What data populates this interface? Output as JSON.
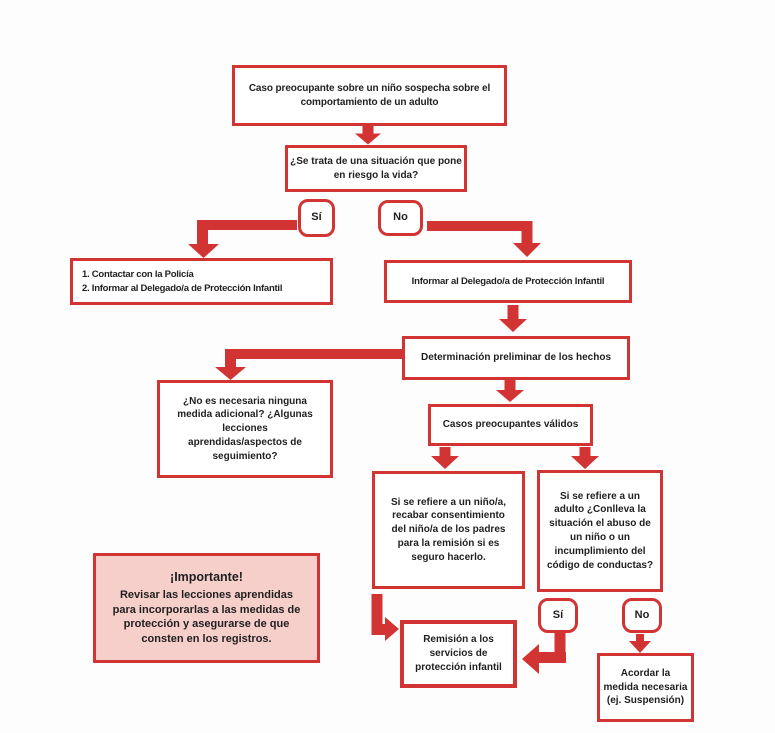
{
  "colors": {
    "line_red": "#d23434",
    "pink_fill": "#f6cfca",
    "text": "#1f1f1f",
    "bg": "#fdfdfd"
  },
  "nodes": {
    "caso": "Caso preocupante sobre un niño sospecha sobre el comportamiento de un adulto",
    "riesgo": "¿Se trata de una situación que pone en riesgo la vida?",
    "si1": "Sí",
    "no1": "No",
    "policia_line1": "1. Contactar con la Policía",
    "policia_line2": "2. Informar al Delegado/a de Protección Infantil",
    "informar": "Informar al Delegado/a de Protección Infantil",
    "determinacion": "Determinación preliminar de los hechos",
    "medida": "¿No es necesaria ninguna medida adicional? ¿Algunas lecciones aprendidas/aspectos de seguimiento?",
    "casos_validos": "Casos preocupantes válidos",
    "nino": "Si se refiere a un niño/a, recabar consentimiento del niño/a de los padres para la remisión si es seguro hacerlo.",
    "adulto": "Si se refiere a un adulto ¿Conlleva la situación el abuso de un niño o un incumplimiento del código de conductas?",
    "si2": "Sí",
    "no2": "No",
    "remision": "Remisión a los servicios de protección infantil",
    "acordar": "Acordar la medida necesaria (ej. Suspensión)",
    "importante_title": "¡Importante!",
    "importante_body": "Revisar las lecciones aprendidas para incorporarlas a las medidas de protección y asegurarse de que consten en los registros."
  }
}
